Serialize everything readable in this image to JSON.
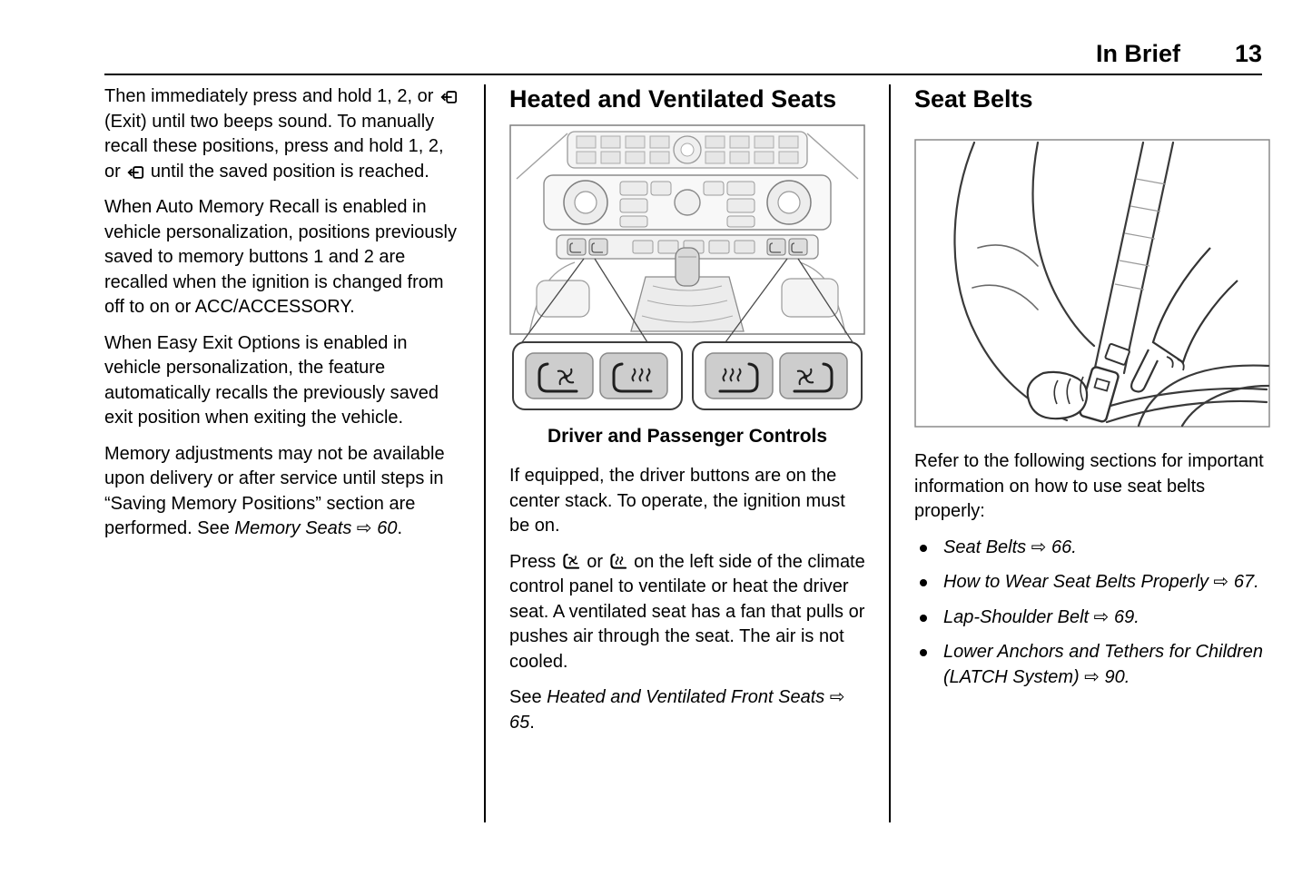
{
  "header": {
    "section": "In Brief",
    "page_number": "13"
  },
  "colors": {
    "text": "#000000",
    "background": "#ffffff",
    "rule": "#000000"
  },
  "icons_used": [
    "exit-seat-icon",
    "ventilated-seat-icon",
    "heated-seat-icon"
  ],
  "left_column": {
    "paragraphs": [
      {
        "segments": [
          {
            "t": "Then immediately press and hold 1, 2, or "
          },
          {
            "icon": "exit-seat-icon"
          },
          {
            "t": " (Exit) until two beeps sound. To manually recall these positions, press and hold 1, 2, or "
          },
          {
            "icon": "exit-seat-icon"
          },
          {
            "t": " until the saved position is reached."
          }
        ]
      },
      {
        "segments": [
          {
            "t": "When Auto Memory Recall is enabled in vehicle personalization, positions previously saved to memory buttons 1 and 2 are recalled when the ignition is changed from off to on or ACC/ACCESSORY."
          }
        ]
      },
      {
        "segments": [
          {
            "t": "When Easy Exit Options is enabled in vehicle personalization, the feature automatically recalls the previously saved exit position when exiting the vehicle."
          }
        ]
      },
      {
        "segments": [
          {
            "t": "Memory adjustments may not be available upon delivery or after service until steps in “Saving Memory Positions” section are performed. See "
          },
          {
            "t": "Memory Seats",
            "em": true
          },
          {
            "t": " ⇨ 60",
            "em": true
          },
          {
            "t": "."
          }
        ]
      }
    ]
  },
  "middle_column": {
    "heading": "Heated and Ventilated Seats",
    "figure": {
      "caption": "Driver and Passenger Controls",
      "callout_buttons": [
        [
          "ventilated-seat-icon",
          "heated-seat-icon"
        ],
        [
          "heated-seat-icon",
          "ventilated-seat-icon"
        ]
      ]
    },
    "paragraphs": [
      {
        "segments": [
          {
            "t": "If equipped, the driver buttons are on the center stack. To operate, the ignition must be on."
          }
        ]
      },
      {
        "segments": [
          {
            "t": "Press "
          },
          {
            "icon": "ventilated-seat-icon"
          },
          {
            "t": " or "
          },
          {
            "icon": "heated-seat-icon"
          },
          {
            "t": " on the left side of the climate control panel to ventilate or heat the driver seat. A ventilated seat has a fan that pulls or pushes air through the seat. The air is not cooled."
          }
        ]
      },
      {
        "segments": [
          {
            "t": "See "
          },
          {
            "t": "Heated and Ventilated Front Seats",
            "em": true
          },
          {
            "t": " ⇨ 65",
            "em": true
          },
          {
            "t": "."
          }
        ]
      }
    ]
  },
  "right_column": {
    "heading": "Seat Belts",
    "intro": {
      "segments": [
        {
          "t": "Refer to the following sections for important information on how to use seat belts properly:"
        }
      ]
    },
    "bullets": [
      {
        "segments": [
          {
            "t": "Seat Belts",
            "em": true
          },
          {
            "t": " ⇨ 66",
            "em": true
          },
          {
            "t": ".",
            "em": true
          }
        ]
      },
      {
        "segments": [
          {
            "t": "How to Wear Seat Belts Properly",
            "em": true
          },
          {
            "t": " ⇨ 67",
            "em": true
          },
          {
            "t": ".",
            "em": true
          }
        ]
      },
      {
        "segments": [
          {
            "t": "Lap-Shoulder Belt",
            "em": true
          },
          {
            "t": " ⇨ 69",
            "em": true
          },
          {
            "t": ".",
            "em": true
          }
        ]
      },
      {
        "segments": [
          {
            "t": "Lower Anchors and Tethers for Children (LATCH System)",
            "em": true
          },
          {
            "t": " ⇨ 90",
            "em": true
          },
          {
            "t": ".",
            "em": true
          }
        ]
      }
    ]
  }
}
